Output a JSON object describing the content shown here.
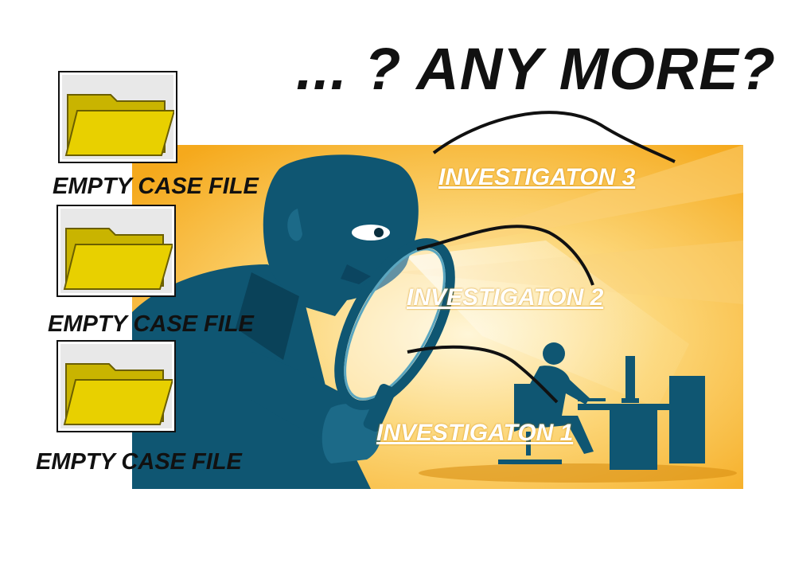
{
  "headline": "... ? ANY MORE?",
  "investigations": [
    {
      "label": "INVESTIGATON 3"
    },
    {
      "label": "INVESTIGATON 2"
    },
    {
      "label": "INVESTIGATON 1"
    }
  ],
  "case_files": [
    {
      "caption": "EMPTY CASE FILE",
      "icon": "folder-icon"
    },
    {
      "caption": "EMPTY CASE FILE",
      "icon": "folder-icon"
    },
    {
      "caption": "EMPTY CASE FILE",
      "icon": "folder-icon"
    }
  ],
  "colors": {
    "background_orange": "#f7b731",
    "light_orange": "#fde7a2",
    "figure_teal": "#0f5672",
    "folder_yellow": "#e8d000",
    "text_black": "#111111"
  }
}
